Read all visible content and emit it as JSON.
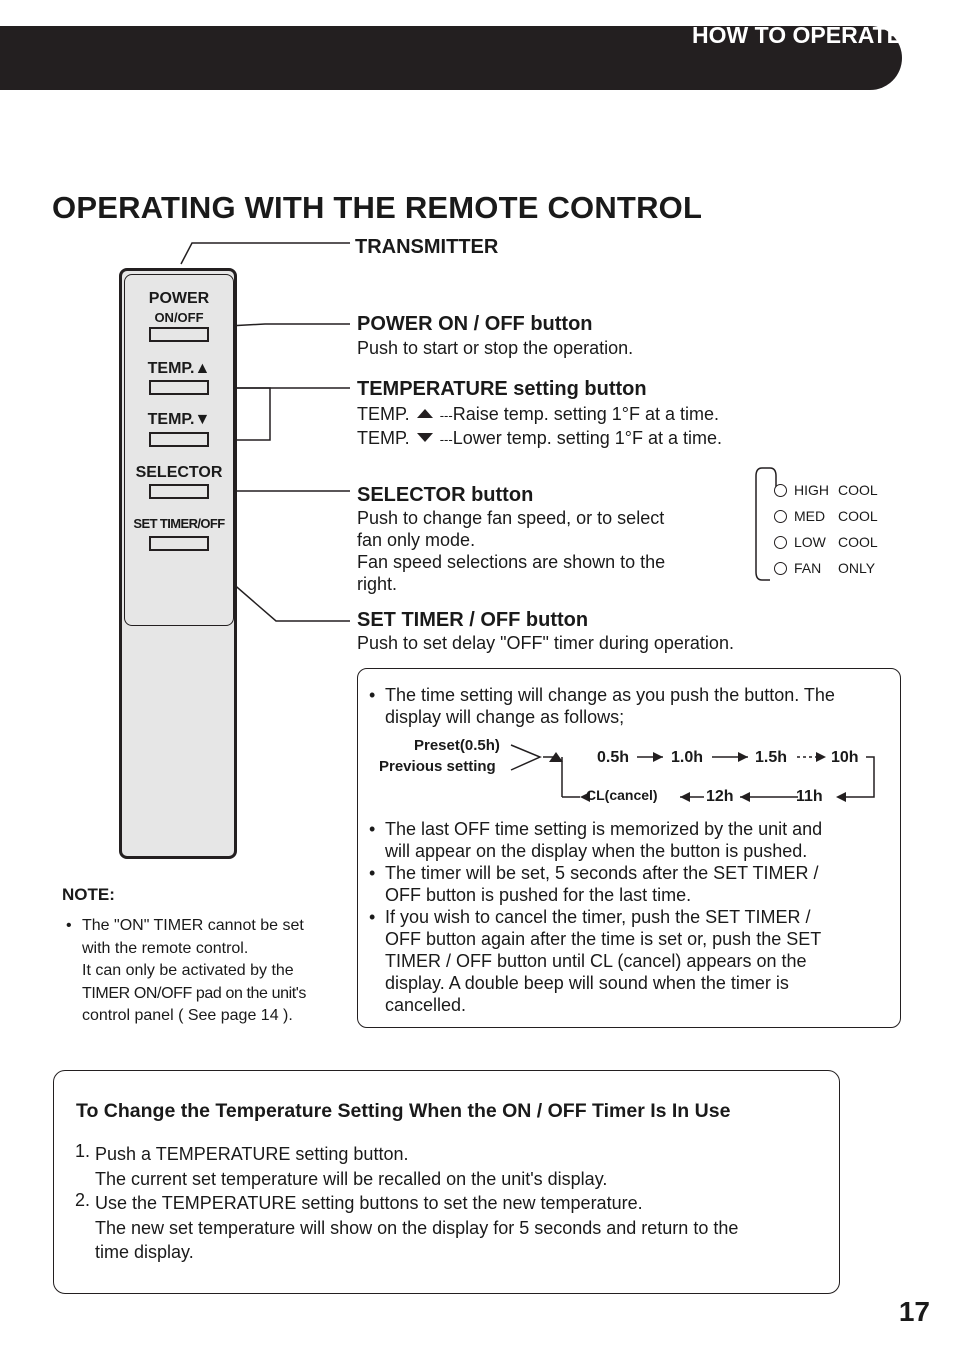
{
  "header": {
    "section": "HOW TO OPERATE"
  },
  "title": "OPERATING WITH THE REMOTE CONTROL",
  "remote": {
    "transmitter": "TRANSMITTER",
    "power": "POWER",
    "power_sub": "ON/OFF",
    "temp_up": "TEMP.▲",
    "temp_down": "TEMP.▼",
    "selector": "SELECTOR",
    "set_timer": "SET TIMER/OFF"
  },
  "power_btn": {
    "title": "POWER ON / OFF button",
    "desc": "Push to start or stop the operation."
  },
  "temp_btn": {
    "title": "TEMPERATURE setting button",
    "up_label": "TEMP.",
    "up_desc": "Raise temp. setting 1°F at a time.",
    "down_label": "TEMP.",
    "down_desc": "Lower temp.  setting 1°F at a time.",
    "dashes": "---"
  },
  "selector_btn": {
    "title": "SELECTOR button",
    "lines": [
      "Push to change fan speed, or to select",
      "fan only mode.",
      "Fan speed selections are shown to the",
      "right."
    ]
  },
  "speeds": [
    {
      "a": "HIGH",
      "b": "COOL"
    },
    {
      "a": "MED",
      "b": "COOL"
    },
    {
      "a": "LOW",
      "b": "COOL"
    },
    {
      "a": "FAN",
      "b": "ONLY"
    }
  ],
  "timer_btn": {
    "title": "SET TIMER / OFF button",
    "desc": "Push to set delay \"OFF\" timer during operation."
  },
  "timer_box": {
    "intro": [
      "The time setting will change as you push the button.  The",
      "display will change as follows;"
    ],
    "preset": "Preset(0.5h)",
    "previous": "Previous setting",
    "seq_top": [
      "0.5h",
      "1.0h",
      "1.5h",
      "10h"
    ],
    "seq_bottom": [
      "CL(cancel)",
      "12h",
      "11h"
    ],
    "bullets": [
      [
        "The last OFF time setting is memorized by the unit and",
        "will appear on the display when the button is pushed."
      ],
      [
        "The timer will be set, 5 seconds after the SET TIMER /",
        "OFF button is pushed for the last time."
      ],
      [
        "If you wish to cancel the timer, push the SET TIMER /",
        "OFF button again after the time is set or,  push the SET",
        "TIMER / OFF button until CL (cancel) appears on the",
        "display.  A double beep will sound when the timer is",
        "cancelled."
      ]
    ]
  },
  "note": {
    "title": "NOTE:",
    "lines": [
      "The \"ON\" TIMER cannot  be set",
      "with the remote control.",
      "It can only be activated by the",
      "TIMER ON/OFF pad on the unit's",
      "control panel ( See page 14 )."
    ]
  },
  "bottom": {
    "title": "To Change the Temperature Setting When the ON / OFF Timer Is In Use",
    "steps": [
      {
        "num": "1.",
        "lines": [
          "Push a TEMPERATURE setting button.",
          "The current set temperature will be recalled on the unit's display."
        ]
      },
      {
        "num": "2.",
        "lines": [
          "Use the TEMPERATURE setting buttons to set the new temperature.",
          "The new set temperature will show on the display for 5 seconds and return to the",
          "time display."
        ]
      }
    ]
  },
  "page_number": "17"
}
